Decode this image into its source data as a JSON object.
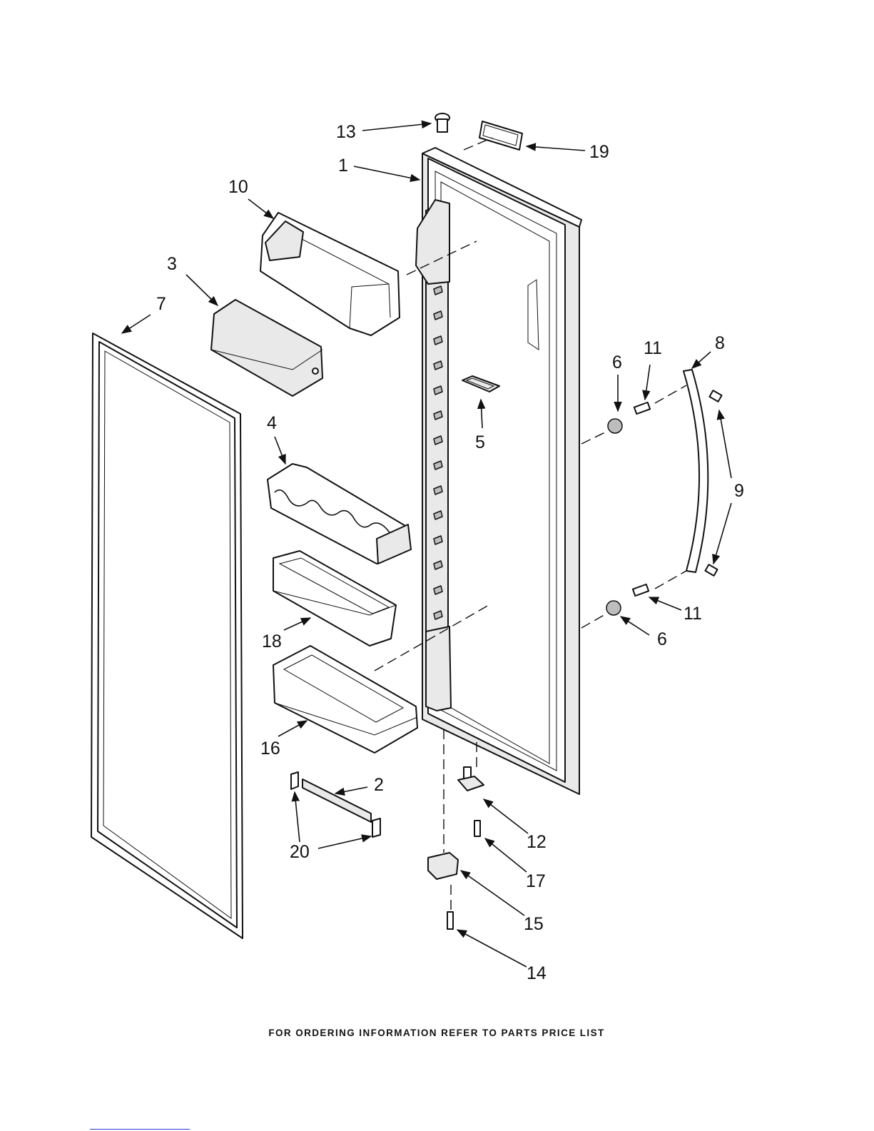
{
  "footer": {
    "text": "FOR ORDERING INFORMATION REFER TO PARTS PRICE LIST"
  },
  "callouts": {
    "c1": "1",
    "c2": "2",
    "c3": "3",
    "c4": "4",
    "c5": "5",
    "c6a": "6",
    "c6b": "6",
    "c7": "7",
    "c8": "8",
    "c9": "9",
    "c10": "10",
    "c11a": "11",
    "c11b": "11",
    "c12": "12",
    "c13": "13",
    "c14": "14",
    "c15": "15",
    "c16": "16",
    "c17": "17",
    "c18": "18",
    "c19": "19",
    "c20": "20"
  }
}
